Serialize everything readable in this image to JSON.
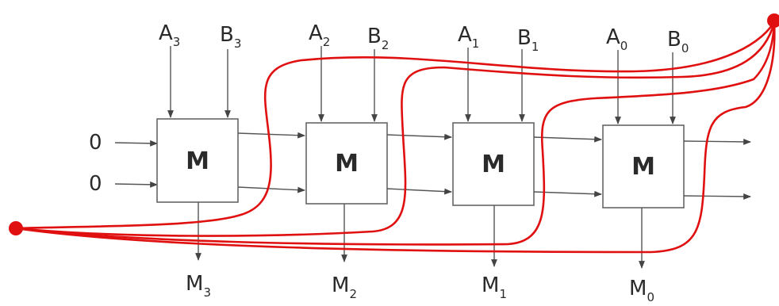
{
  "cells": [
    {
      "a_letter": "A",
      "a_sub": "3",
      "b_letter": "B",
      "b_sub": "3",
      "m_letter": "M",
      "m_sub": "3",
      "box_label": "M"
    },
    {
      "a_letter": "A",
      "a_sub": "2",
      "b_letter": "B",
      "b_sub": "2",
      "m_letter": "M",
      "m_sub": "2",
      "box_label": "M"
    },
    {
      "a_letter": "A",
      "a_sub": "1",
      "b_letter": "B",
      "b_sub": "1",
      "m_letter": "M",
      "m_sub": "1",
      "box_label": "M"
    },
    {
      "a_letter": "A",
      "a_sub": "0",
      "b_letter": "B",
      "b_sub": "0",
      "m_letter": "M",
      "m_sub": "0",
      "box_label": "M"
    }
  ],
  "inputs": {
    "top": "0",
    "bottom": "0"
  },
  "colors": {
    "overlay": "#e01010",
    "lines": "#555555",
    "text": "#2a2a2a"
  }
}
